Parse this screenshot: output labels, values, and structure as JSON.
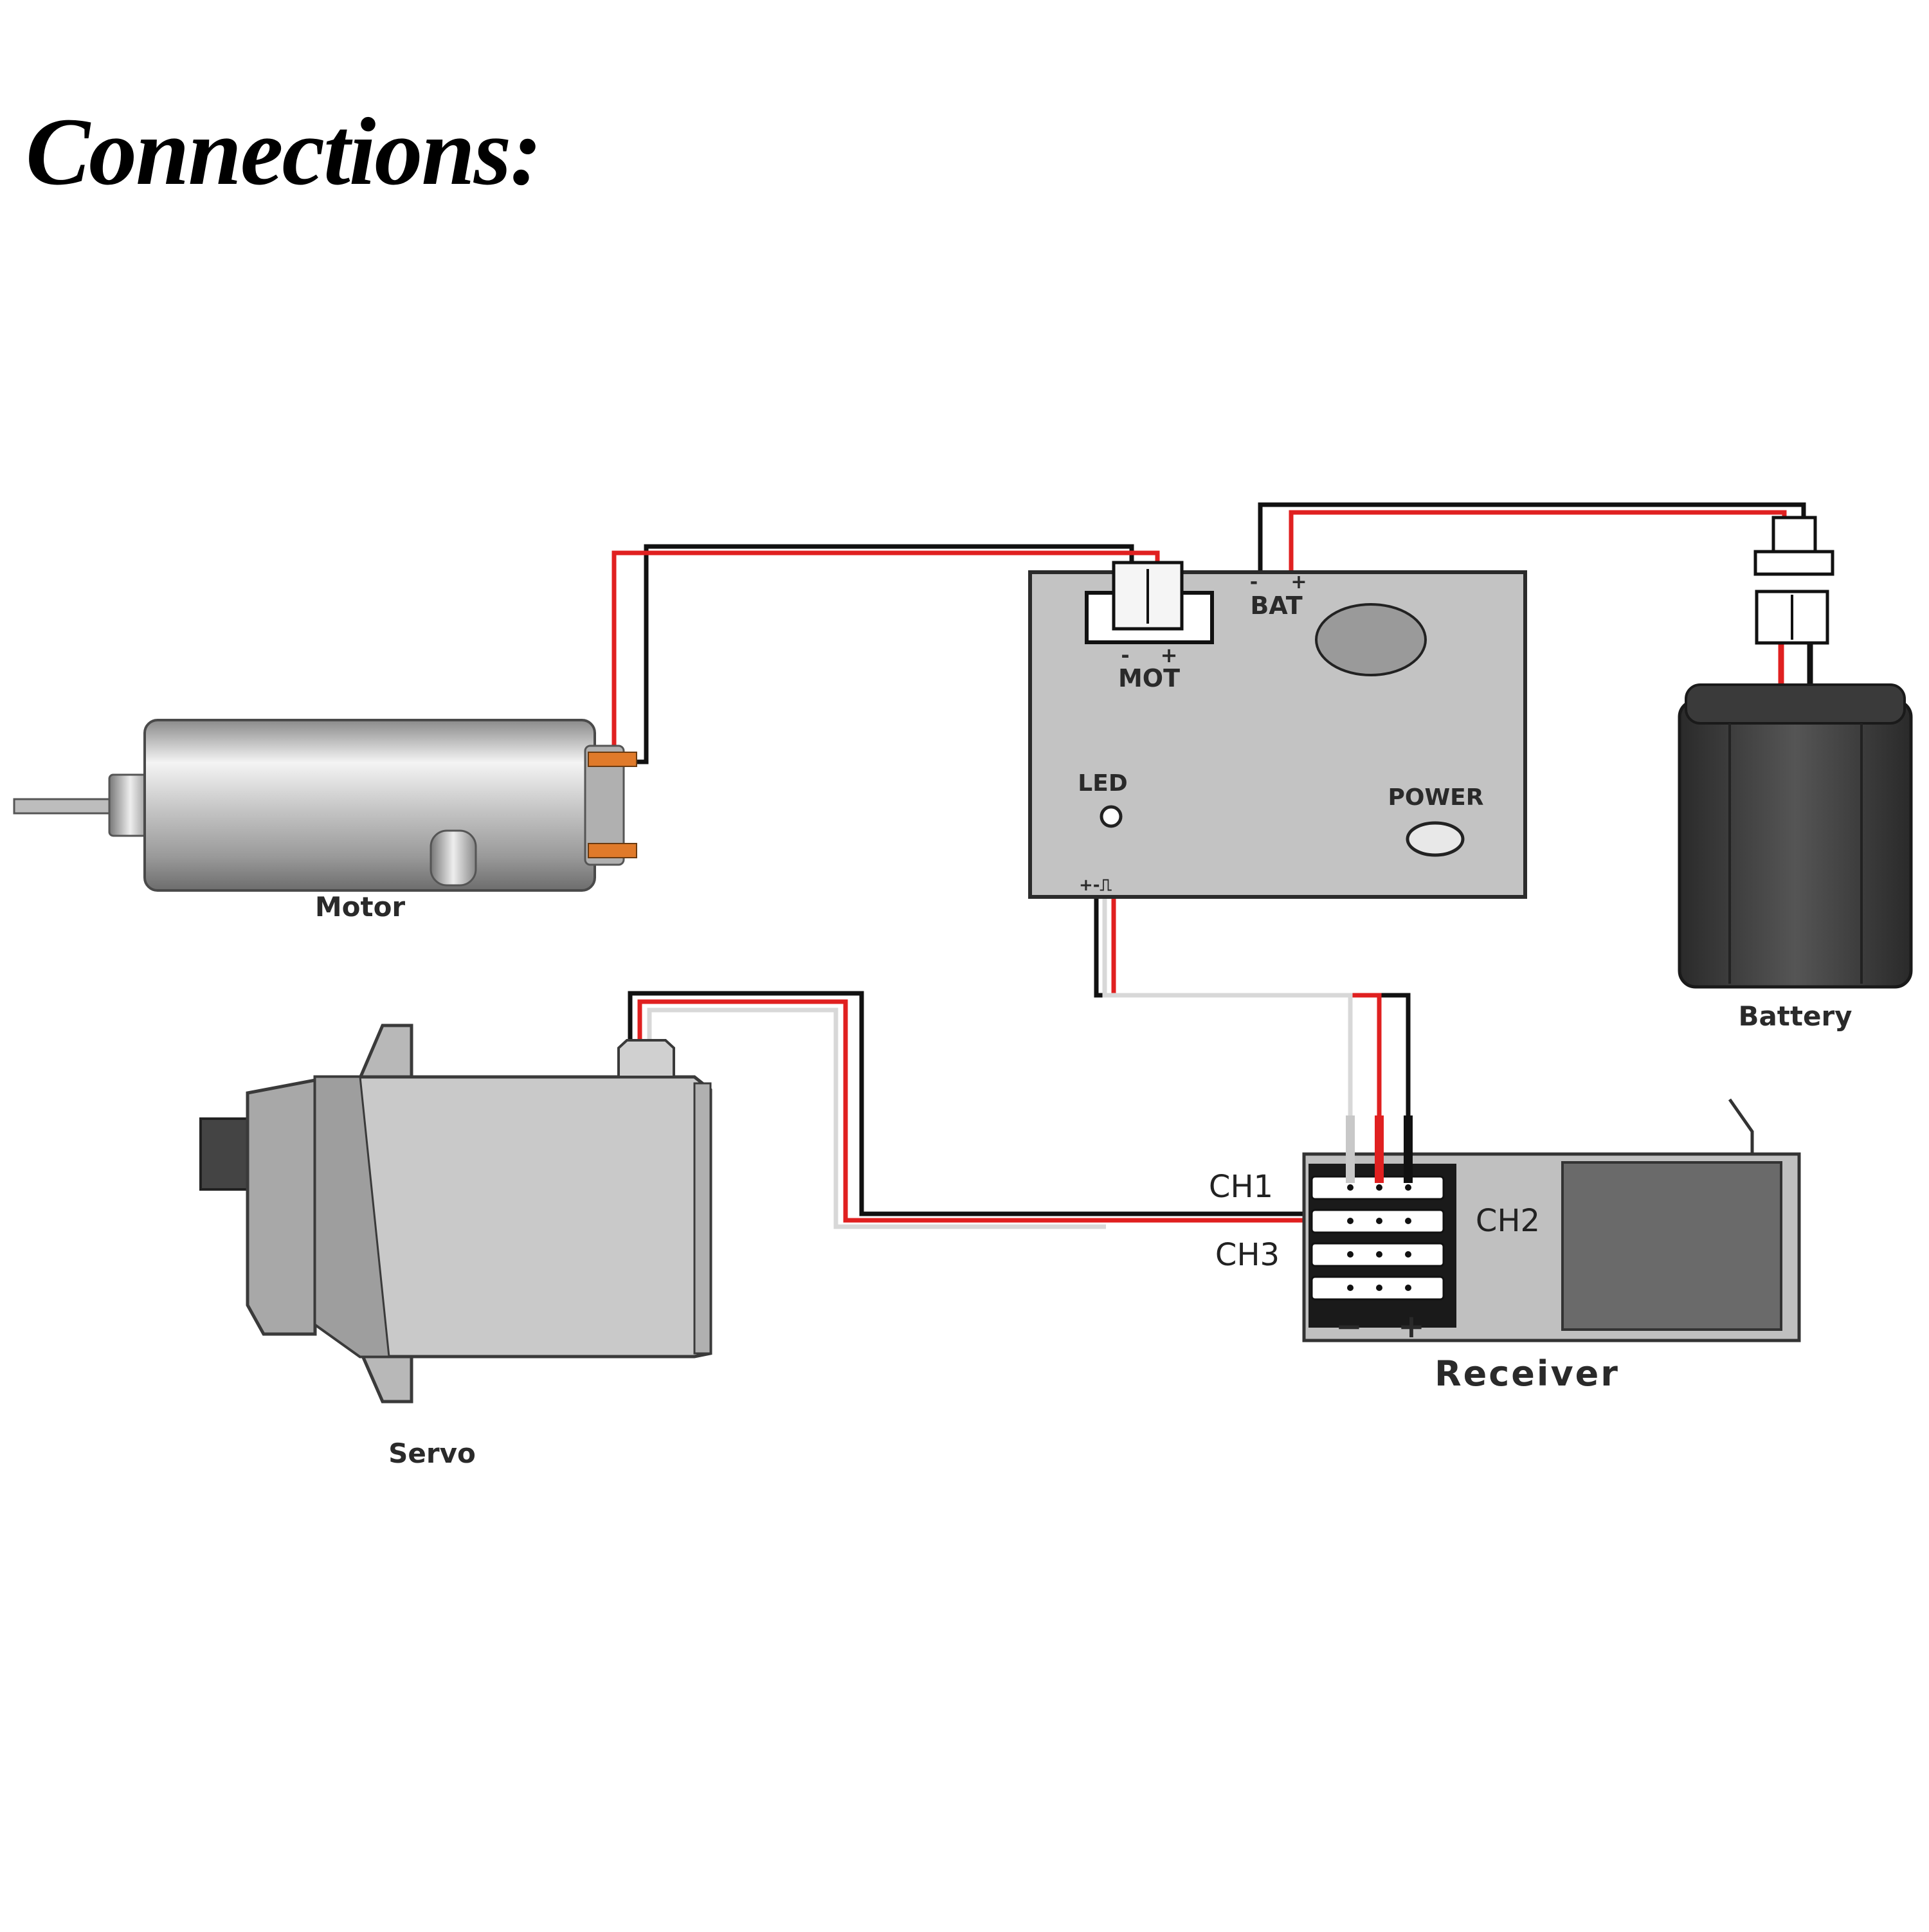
{
  "title": "Connections:",
  "colors": {
    "wire_red": "#e02020",
    "wire_black": "#111111",
    "wire_white": "#d8d8d8",
    "board_fill": "#c3c3c3",
    "battery_fill": "#4a4a4a"
  },
  "components": {
    "motor": {
      "label": "Motor"
    },
    "servo": {
      "label": "Servo"
    },
    "battery": {
      "label": "Battery"
    },
    "receiver": {
      "label": "Receiver",
      "channels": [
        "CH1",
        "CH2",
        "CH3"
      ],
      "polarity_minus": "−",
      "polarity_plus": "+"
    },
    "esc": {
      "mot_label": "MOT",
      "bat_label": "BAT",
      "led_label": "LED",
      "power_label": "POWER",
      "mot_minus": "-",
      "mot_plus": "+",
      "bat_minus": "-",
      "bat_plus": "+",
      "signal_pins": "+-⎍"
    }
  }
}
